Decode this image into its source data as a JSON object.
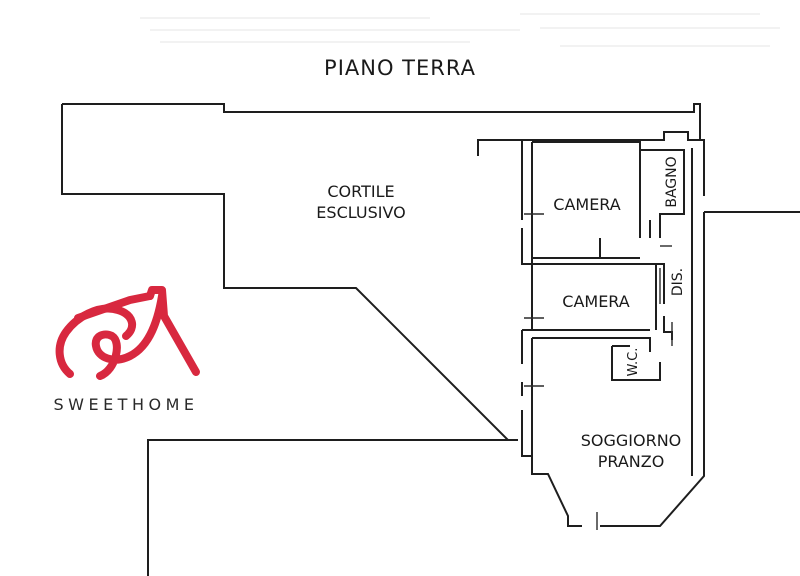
{
  "plan": {
    "title": "PIANO TERRA",
    "rooms": {
      "cortile_line1": "CORTILE",
      "cortile_line2": "ESCLUSIVO",
      "camera_1": "CAMERA",
      "camera_2": "CAMERA",
      "bagno": "BAGNO",
      "dis": "DIS.",
      "wc": "W.C.",
      "soggiorno_line1": "SOGGIORNO",
      "soggiorno_line2": "PRANZO"
    }
  },
  "logo": {
    "text": "SWEETHOME",
    "color": "#d8283f"
  },
  "colors": {
    "ink": "#1e1e1e",
    "background": "#ffffff"
  }
}
